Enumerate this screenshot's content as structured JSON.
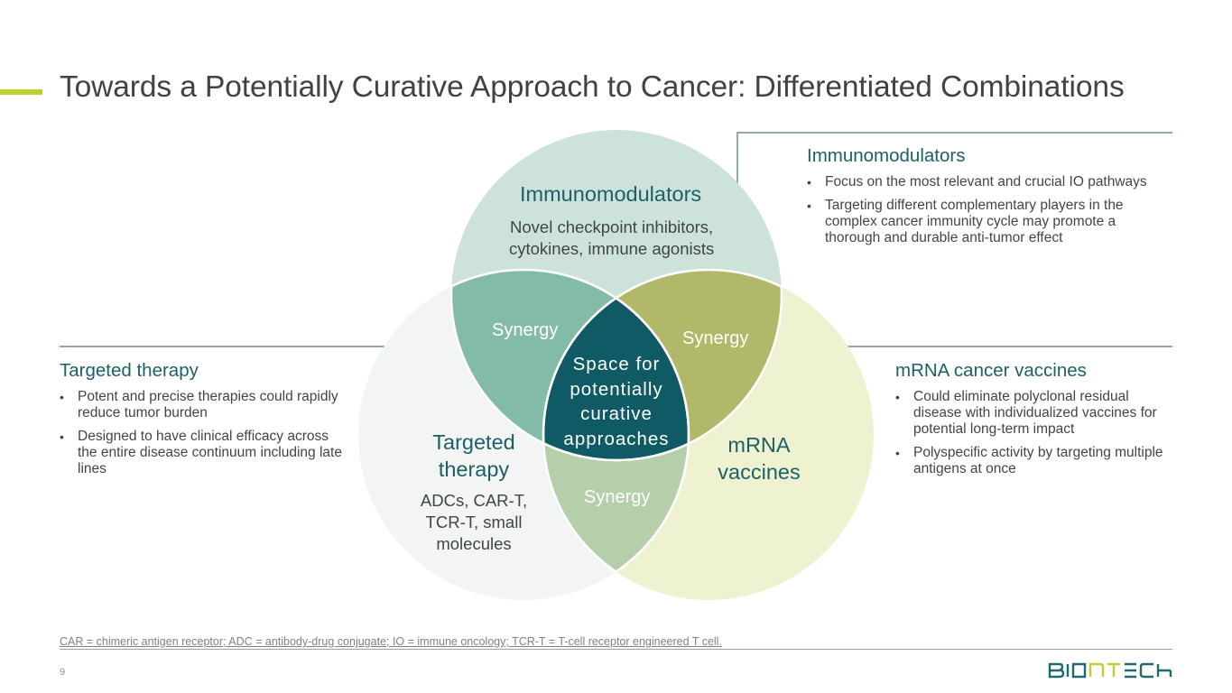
{
  "slide": {
    "title": "Towards a Potentially Curative Approach to Cancer: Differentiated Combinations",
    "page_number": "9",
    "footnote": "CAR = chimeric antigen receptor; ADC = antibody-drug conjugate; IO = immune oncology; TCR-T = T-cell receptor engineered T cell.",
    "logo": {
      "part1": "BIO",
      "part2": "NT",
      "part3": "ECH"
    }
  },
  "colors": {
    "accent": "#bfcf30",
    "teal_text": "#1d6067",
    "circle_immunomodulators": "#cde3da",
    "circle_targeted": "#f3f4f4",
    "circle_mrna": "#eff2d0",
    "overlap_immuno_targeted": "#82bba6",
    "overlap_immuno_mrna": "#b2b86a",
    "overlap_targeted_mrna": "#b5cfaa",
    "center": "#0f5a64"
  },
  "venn": {
    "immunomodulators": {
      "title": "Immunomodulators",
      "line1": "Novel checkpoint inhibitors,",
      "line2": "cytokines, immune agonists"
    },
    "targeted": {
      "title1": "Targeted",
      "title2": "therapy",
      "line1": "ADCs, CAR-T,",
      "line2": "TCR-T, small",
      "line3": "molecules"
    },
    "mrna": {
      "title1": "mRNA",
      "title2": "vaccines"
    },
    "synergy_left": "Synergy",
    "synergy_right": "Synergy",
    "synergy_bottom": "Synergy",
    "center": {
      "line1": "Space for",
      "line2": "potentially",
      "line3": "curative",
      "line4": "approaches"
    }
  },
  "panels": {
    "immunomodulators": {
      "heading": "Immunomodulators",
      "bullets": [
        "Focus on the most relevant and crucial IO pathways",
        "Targeting different complementary players in the complex cancer immunity cycle may promote a thorough and durable anti-tumor effect"
      ]
    },
    "targeted": {
      "heading": "Targeted therapy",
      "bullets": [
        "Potent and precise therapies could rapidly reduce tumor burden",
        "Designed to have clinical efficacy across the entire disease continuum including late lines"
      ]
    },
    "mrna": {
      "heading": "mRNA cancer vaccines",
      "bullets": [
        "Could eliminate polyclonal residual disease with individualized vaccines for potential long-term impact",
        "Polyspecific activity by targeting multiple antigens at once"
      ]
    }
  }
}
